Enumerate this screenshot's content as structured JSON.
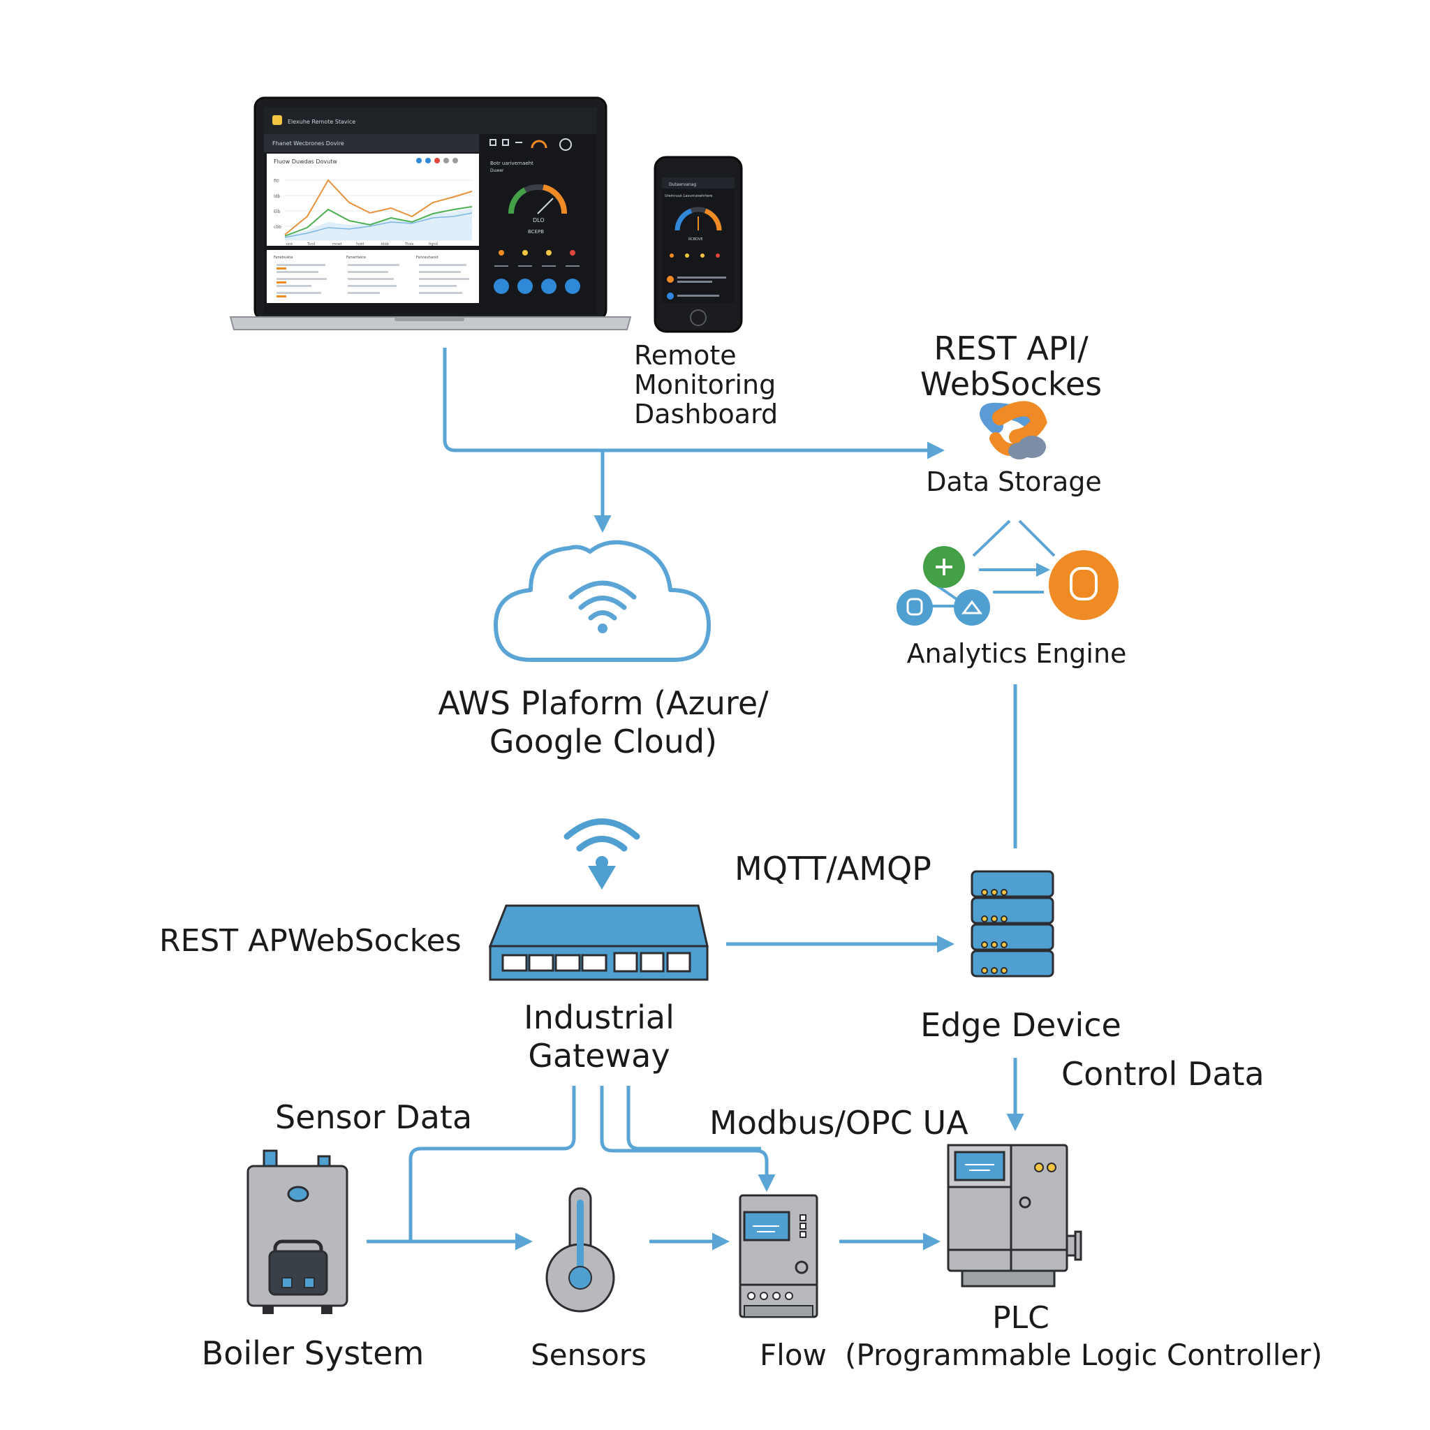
{
  "labels": {
    "remote_dashboard": [
      "Remote",
      "Monitoring",
      "Dashboard"
    ],
    "rest_api_top": [
      "REST API/",
      "WebSockes"
    ],
    "data_storage": "Data Storage",
    "analytics_engine": "Analytics Engine",
    "cloud_platform": [
      "AWS Plaform (Azure/",
      "Google Cloud)"
    ],
    "mqtt": "MQTT/AMQP",
    "rest_api_left": "REST APWebSockes",
    "industrial_gateway": [
      "Industrial",
      "Gateway"
    ],
    "edge_device": "Edge Device",
    "control_data": "Control Data",
    "sensor_data": "Sensor Data",
    "modbus": "Modbus/OPC UA",
    "boiler_system": "Boiler System",
    "sensors": "Sensors",
    "flow": "Flow",
    "plc": [
      "PLC",
      "(Programmable Logic Controller)"
    ]
  },
  "screen": {
    "app_title": "Elexuhe Remote Stavice",
    "panel_header": "Fhanet Wecbrones Dovire",
    "chart_title": "Fluow Duwdas Dovutw",
    "gauge_value": "DLO",
    "gauge_sub": "BCEPB",
    "right_panel_title": "Botr uarivernaeht",
    "right_panel_sub": "Duwer",
    "y_ticks": [
      "fitl",
      "ldb",
      "Elb",
      "cbb"
    ],
    "x_ticks": [
      "unk",
      "Tsnd",
      "mrad",
      "fvdd",
      "blob",
      "Ttole",
      "ltgnd"
    ],
    "table_headers": [
      "Fanebvatia",
      "Fanwrtwice",
      "Fanceuhanid"
    ],
    "phone_title": "Dutaervanag",
    "phone_tab": "Uremruun Lavurrunwhrtere",
    "phone_value": "RCBOVE"
  },
  "colors": {
    "line": "#5aa5d6",
    "device_blue": "#4f9fd1",
    "device_gray": "#b7b9bc",
    "outline": "#2b2d31",
    "orange": "#f08a24",
    "green": "#43a047"
  }
}
